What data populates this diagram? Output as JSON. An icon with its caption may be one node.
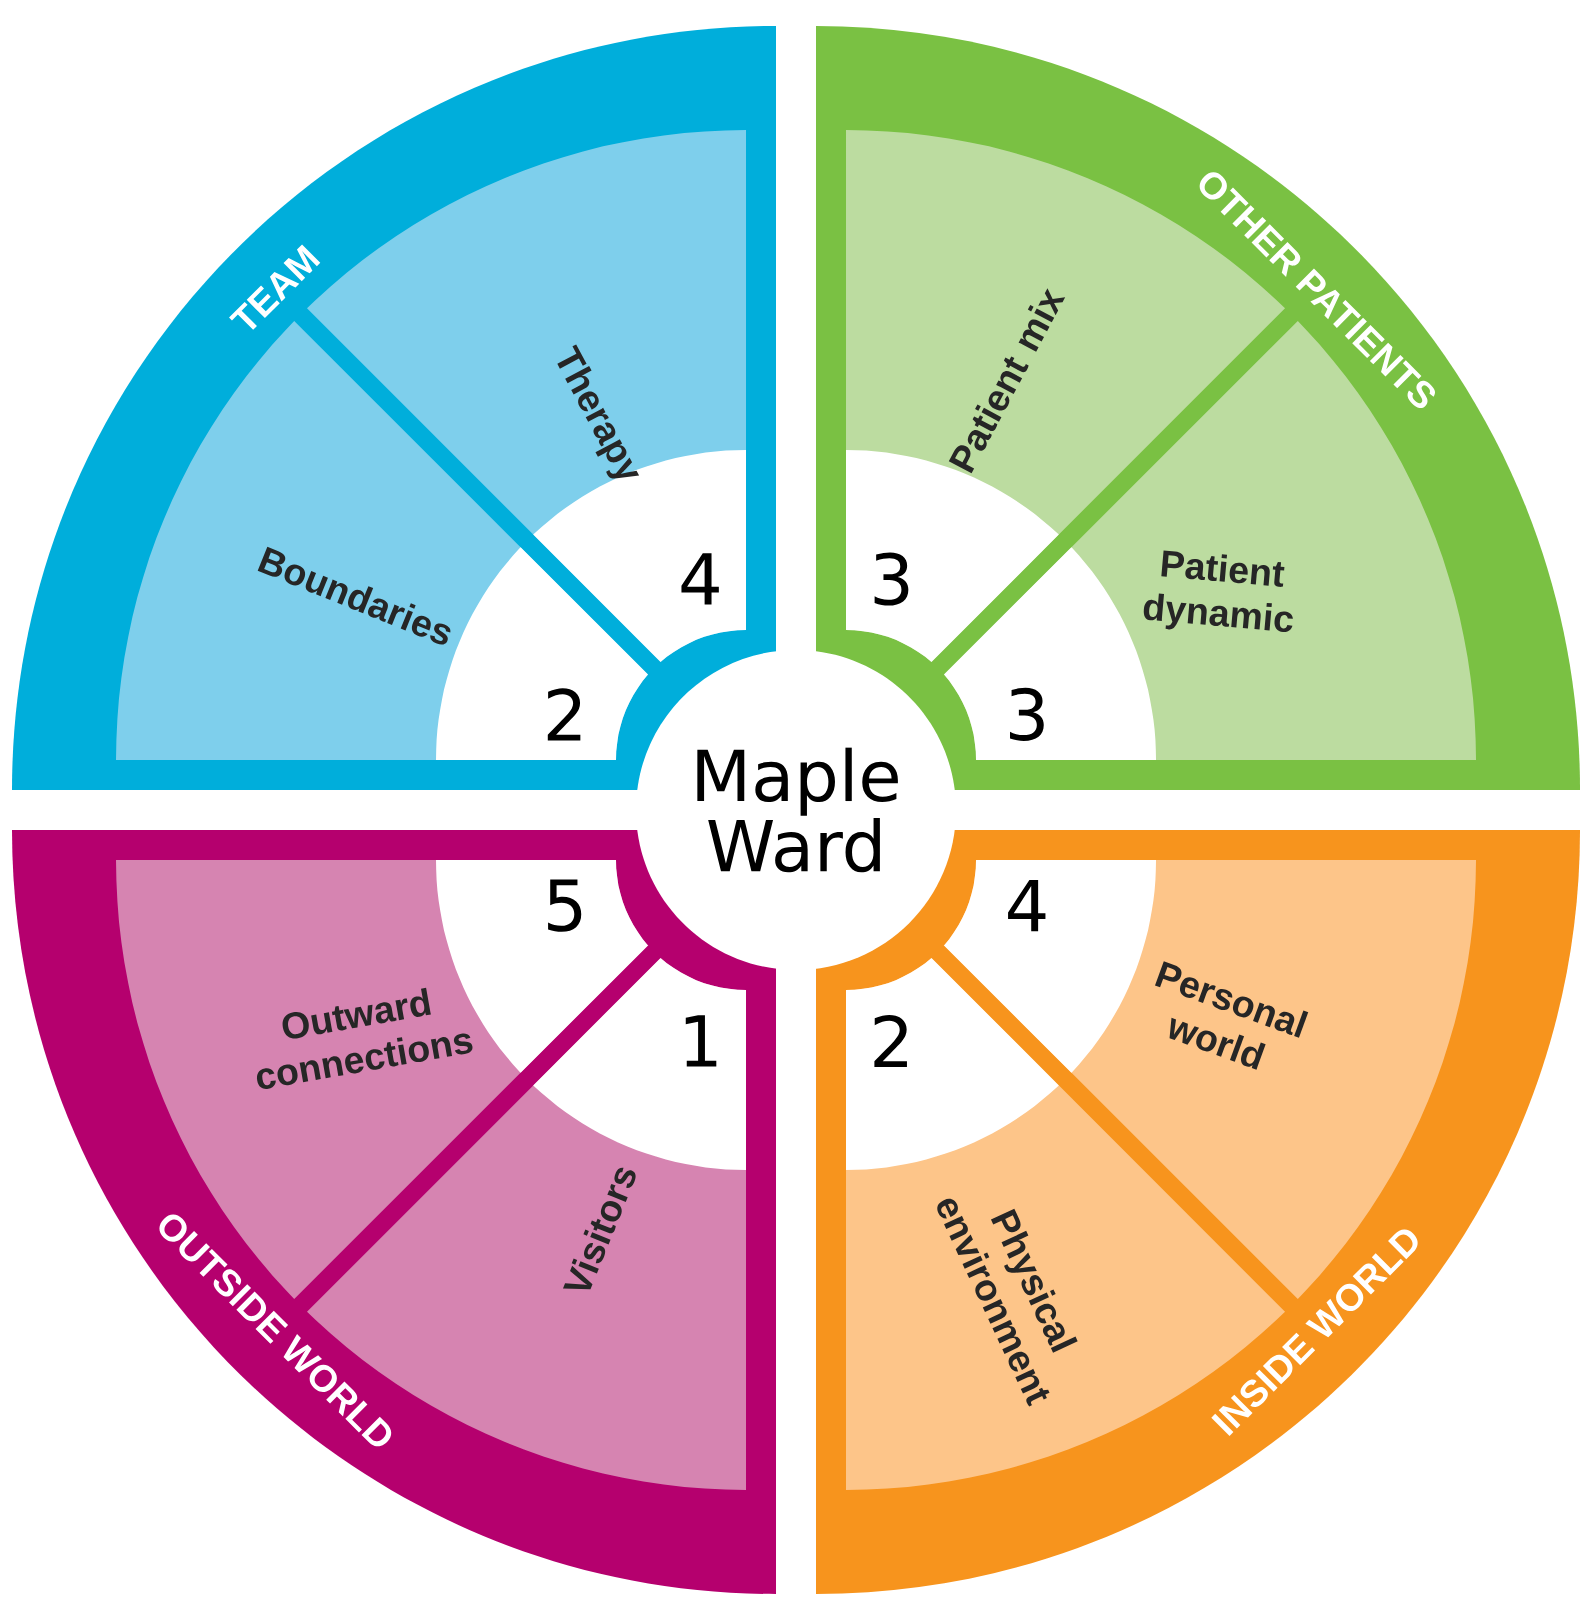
{
  "diagram": {
    "nodes": [
      {
        "text": [
          "Maple Ward"
        ]
      },
      {
        "text": [
          "TEAM"
        ]
      },
      {
        "text": [
          "Boundaries",
          "2"
        ],
        "in": 1
      },
      {
        "text": [
          "Therapy",
          "4"
        ],
        "in": 1
      },
      {
        "text": [
          "OTHER PATIENTS"
        ]
      },
      {
        "text": [
          "Patient mix",
          "3"
        ],
        "in": 4
      },
      {
        "text": [
          "Patient dynamic",
          "3"
        ],
        "in": 4
      },
      {
        "text": [
          "OUTSIDE WORLD"
        ]
      },
      {
        "text": [
          "Outward connections",
          "5"
        ],
        "in": 7
      },
      {
        "text": [
          "Visitors",
          "1"
        ],
        "in": 7
      },
      {
        "text": [
          "INSIDE WORLD"
        ]
      },
      {
        "text": [
          "Personal world",
          "4"
        ],
        "in": 10
      },
      {
        "text": [
          "Physical environment",
          "2"
        ],
        "in": 10
      }
    ]
  }
}
